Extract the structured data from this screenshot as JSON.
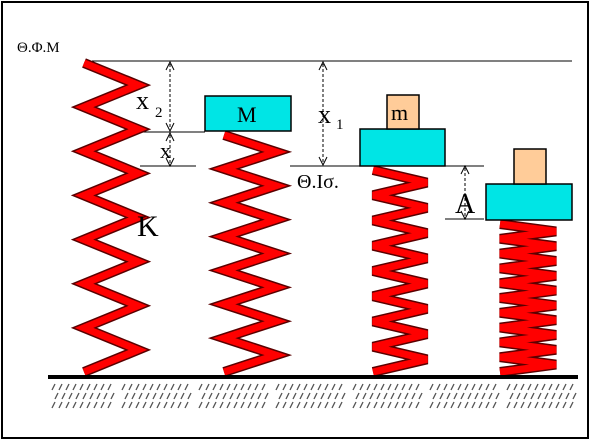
{
  "labels": {
    "natural_length": "Θ.Φ.Μ",
    "x2": "x",
    "x2_sub": "2",
    "x": "x",
    "x1": "x",
    "x1_sub": "1",
    "equilibrium": "Θ.Ισ.",
    "amplitude": "A",
    "spring_constant": "K",
    "mass_M": "M",
    "mass_m": "m"
  },
  "colors": {
    "spring": "#ff0000",
    "spring_outline": "#5a0000",
    "plate": "#00e5e5",
    "small_block": "#ffcc99",
    "ground": "#000000"
  }
}
